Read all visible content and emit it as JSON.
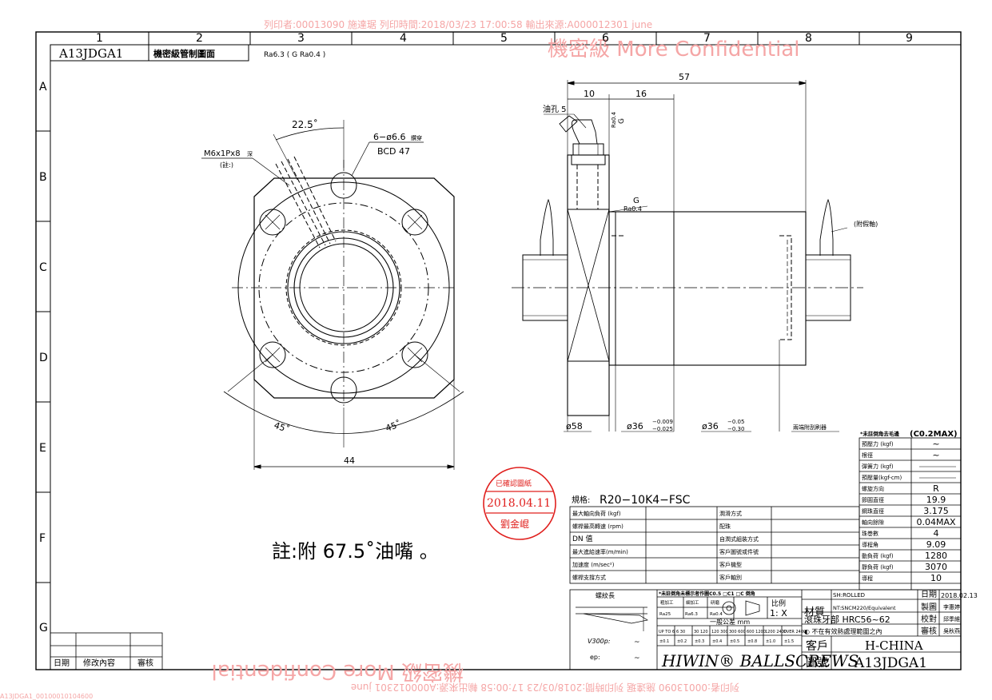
{
  "watermark": {
    "print_line": "列印者:00013090 施達琚 列印時間:2018/03/23 17:00:58 輸出來源:A000012301 june",
    "confidential": "機密級 More Confidential",
    "edge_mark": "A13JDGA1_00100010104600"
  },
  "frame": {
    "columns": [
      "1",
      "2",
      "3",
      "4",
      "5",
      "6",
      "7",
      "8",
      "9"
    ],
    "rows": [
      "A",
      "B",
      "C",
      "D",
      "E",
      "F",
      "G"
    ]
  },
  "header": {
    "drawing_no": "A13JDGA1",
    "control_label": "機密級管制圖面",
    "surface_note": "Ra6.3 ( G Ra0.4 )"
  },
  "front_view": {
    "angle_top": "22.5˚",
    "hole_label": "6−ø6.6",
    "hole_suffix": "鑽穿",
    "bcd": "BCD 47",
    "thread_label": "M6x1Px8",
    "thread_suffix": "深",
    "thread_note": "(註:)",
    "angle_left": "45˚",
    "angle_right": "45˚",
    "width": "44"
  },
  "side_view": {
    "dim_total": "57",
    "dim_10": "10",
    "dim_16": "16",
    "oil_hole": "油孔 5",
    "ra_top": "Ra0.4",
    "g_top": "G",
    "g_mid": "G",
    "ra_mid": "Ra0.4",
    "journal_note": "(附假軸)",
    "dia_58": "ø58",
    "dia_36a": "ø36",
    "tol_36a_up": "−0.009",
    "tol_36a_low": "−0.025",
    "dia_36b": "ø36",
    "tol_36b_up": "−0.05",
    "tol_36b_low": "−0.30",
    "side_note": "兩端附刮刷器"
  },
  "stamp": {
    "line1": "已確認圖紙",
    "date": "2018.04.11",
    "name": "劉金崐"
  },
  "note": "註:附 67.5˚油嘴 。",
  "spec": {
    "model_label": "規格:",
    "model": "R20−10K4−FSC",
    "chamfer_note": "*未註倒角去毛邊",
    "chamfer_value": "(C0.2MAX)",
    "right_rows": [
      {
        "label": "預壓力 (kgf)",
        "value": "~"
      },
      {
        "label": "根徑",
        "value": "~"
      },
      {
        "label": "彈簧力 (kgf)",
        "value": ""
      },
      {
        "label": "預壓量(kgf-cm)",
        "value": ""
      },
      {
        "label": "螺旋方向",
        "value": "R"
      },
      {
        "label": "節圓直徑",
        "value": "19.9"
      },
      {
        "label": "鋼珠直徑",
        "value": "3.175"
      },
      {
        "label": "軸向餘隙",
        "value": "0.04MAX"
      },
      {
        "label": "珠巻數",
        "value": "4"
      },
      {
        "label": "導程角",
        "value": "9.09"
      },
      {
        "label": "動負荷 (kgf)",
        "value": "1280"
      },
      {
        "label": "靜負荷 (kgf)",
        "value": "3070"
      },
      {
        "label": "導程",
        "value": "10"
      }
    ],
    "left_rows": [
      {
        "a": "最大軸向負荷 (kgf)",
        "b": "潤滑方式"
      },
      {
        "a": "螺桿最高轉速 (rpm)",
        "b": "配珠"
      },
      {
        "a": "DN 值",
        "b": "自潤式組裝方式"
      },
      {
        "a": "最大進給速率(m/min)",
        "b": "客戶圖號或件號"
      },
      {
        "a": "加速度 (m/sec²)",
        "b": "客戶機型"
      },
      {
        "a": "螺桿支撐方式",
        "b": "客戶軸別"
      }
    ]
  },
  "title_block": {
    "thread_len": "螺紋長",
    "v300p": "V300p:",
    "ep": "ep:",
    "tilde": "~",
    "chamfer_line": "*未註倒角未標示者作圖C0.5 □C1 □C 倒角",
    "machining": [
      "粗加工",
      "細加工",
      "研磨"
    ],
    "ra_values": [
      "Ra25",
      "Ra6.3",
      "Ra0.4"
    ],
    "tol_header": "一般公差 mm",
    "tol_ranges": [
      "UP TO 6",
      "6 30",
      "30 120",
      "120 300",
      "300 600",
      "600 1200",
      "1200 2400",
      "OVER 2400"
    ],
    "tol_values": [
      "±0.1",
      "±0.2",
      "±0.3",
      "±0.4",
      "±0.5",
      "±0.8",
      "±1.0",
      "±1.5"
    ],
    "scale_label": "比例",
    "scale": "1: X",
    "material_label": "材質",
    "material_sh": "SH:ROLLED",
    "material_nt": "NT:SNCM220/Equivalent",
    "hardness": "滾珠牙部 HRC56~62",
    "heat_note": "◐ 不在有效熱處理範圍之內",
    "date_label": "日期",
    "date": "2018.02.13",
    "drawn_label": "製圖",
    "drawn": "李惠婷",
    "check_label": "校對",
    "check": "邱季維",
    "approve_label": "審核",
    "approve": "吳秋燕",
    "customer_label": "客戶",
    "customer": "H-CHINA",
    "dwg_label": "圖號",
    "dwg": "A13JDGA1",
    "company": "HIWIN® BALLSCREWS"
  },
  "revision": {
    "date": "日期",
    "content": "修改內容",
    "review": "審核"
  }
}
